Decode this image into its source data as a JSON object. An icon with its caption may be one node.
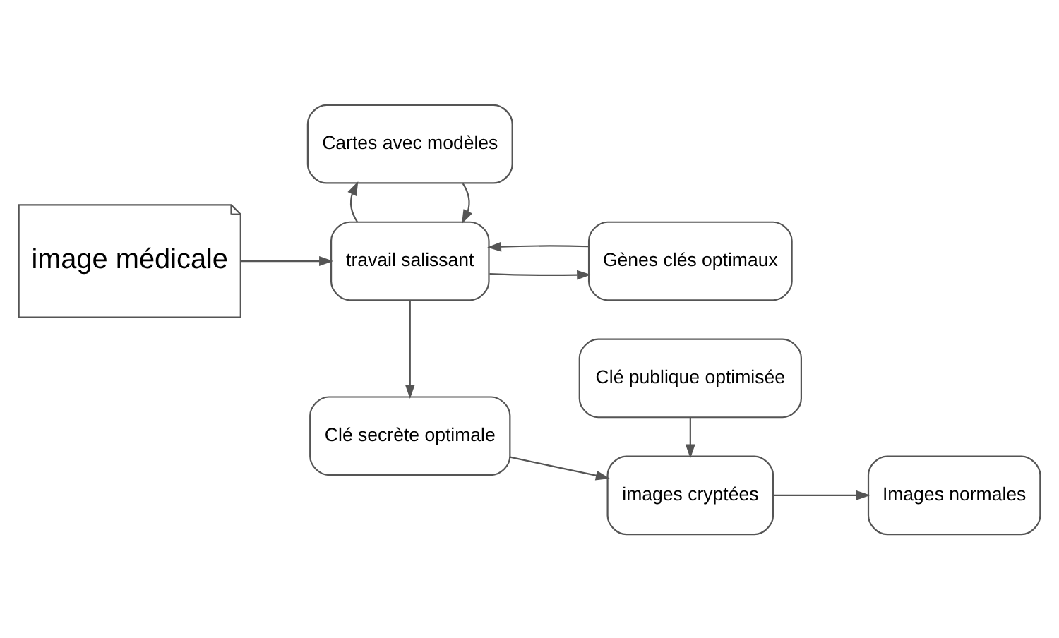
{
  "diagram": {
    "nodes": [
      {
        "text": [
          "image médicale"
        ]
      },
      {
        "text": [
          "Cartes avec modèles"
        ]
      },
      {
        "text": [
          "travail salissant"
        ]
      },
      {
        "text": [
          "Gènes clés optimaux"
        ]
      },
      {
        "text": [
          "Clé secrète optimale"
        ]
      },
      {
        "text": [
          "images cryptées"
        ]
      },
      {
        "text": [
          "Images normales"
        ]
      },
      {
        "text": [
          "Clé publique optimisée"
        ]
      }
    ],
    "edges": [
      {
        "from": 0,
        "to": 2,
        "arrow": "to"
      },
      {
        "from": 1,
        "to": 2,
        "arrow": "to"
      },
      {
        "from": 2,
        "to": 1,
        "arrow": "to"
      },
      {
        "from": 3,
        "to": 2,
        "arrow": "to"
      },
      {
        "from": 2,
        "to": 3,
        "arrow": "to"
      },
      {
        "from": 2,
        "to": 4,
        "arrow": "to"
      },
      {
        "from": 4,
        "to": 5,
        "arrow": "to"
      },
      {
        "from": 5,
        "to": 6,
        "arrow": "to"
      },
      {
        "from": 7,
        "to": 5,
        "arrow": "to"
      }
    ]
  }
}
